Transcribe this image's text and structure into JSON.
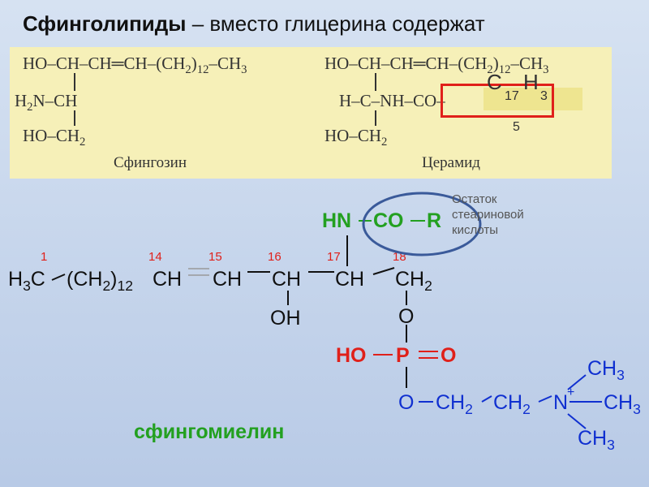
{
  "title": {
    "bold": "Сфинголипиды",
    "rest": " – вместо глицерина содержат"
  },
  "sphingosine": {
    "row1": "HO–CH–CH═CH–(CH2)12–CH3",
    "row2": "H2N–CH",
    "row3": "HO–CH2",
    "caption": "Сфингозин"
  },
  "ceramide": {
    "row1": "HO–CH–CH═CH–(CH2)12–CH3",
    "row2a": "H–C–NH–",
    "row2b": "CO–",
    "row3": "HO–CH2",
    "caption": "Церамид",
    "acyl_c": "C",
    "acyl_17": "17",
    "acyl_h": "H",
    "acyl_3": "3",
    "acyl_5": "5"
  },
  "numbers": [
    "1",
    "14",
    "15",
    "16",
    "17",
    "18"
  ],
  "colors": {
    "panel": "#f6f0b8",
    "red": "#e0201a",
    "green": "#23a020",
    "blue": "#1030d0",
    "ellipse": "#3a5a9a"
  },
  "sphingomyelin": {
    "main_h3c": "H3C",
    "main_ch2": "(CH2)",
    "main_12": "12",
    "ch_a": "CH",
    "ch_b": "CH",
    "ch_c": "CH",
    "ch_d": "CH",
    "ch2": "CH2",
    "oh": "OH",
    "hn": "HN",
    "co": "CO",
    "r": "R",
    "o1": "O",
    "ho": "HO",
    "p": "P",
    "o2": "O",
    "o3": "O",
    "ch2a": "CH2",
    "ch2b": "CH2",
    "n": "N",
    "plus": "+",
    "ch3a": "CH3",
    "ch3b": "CH3",
    "ch3c": "CH3",
    "name": "сфингомиелин"
  },
  "annotation": {
    "l1": "Остаток",
    "l2": "стеариновой",
    "l3": "кислоты"
  }
}
